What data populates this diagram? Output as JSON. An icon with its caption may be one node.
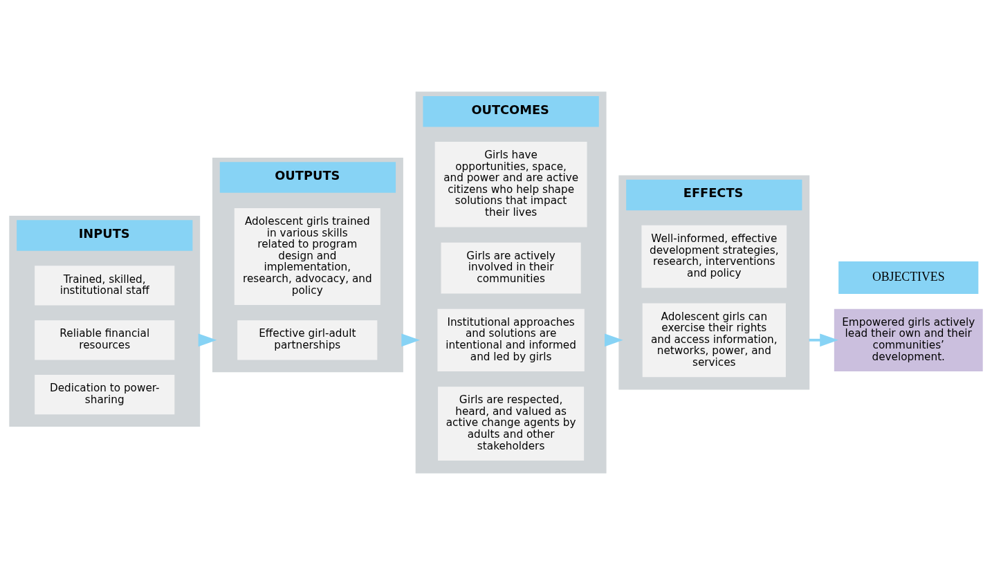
{
  "diagram": {
    "nodes": [
      {
        "text": [
          "INPUTS"
        ]
      },
      {
        "text": [
          "Trained, skilled, institutional staff"
        ],
        "in": 0
      },
      {
        "text": [
          "Reliable financial resources"
        ],
        "in": 0
      },
      {
        "text": [
          "Dedication to power-sharing"
        ],
        "in": 0
      },
      {
        "text": [
          "OUTPUTS"
        ]
      },
      {
        "text": [
          "Adolescent girls trained in various skills related to program design and implementation, research, advocacy, and policy"
        ],
        "in": 4
      },
      {
        "text": [
          "Effective girl-adult partnerships"
        ],
        "in": 4
      },
      {
        "text": [
          "OUTCOMES"
        ]
      },
      {
        "text": [
          "Girls have opportunities, space, and power and are active citizens who help shape solutions that impact their lives"
        ],
        "in": 7
      },
      {
        "text": [
          "Girls are actively involved in their communities"
        ],
        "in": 7
      },
      {
        "text": [
          "Institutional approaches and solutions are intentional and informed and led by girls"
        ],
        "in": 7
      },
      {
        "text": [
          "Girls are respected, heard, and valued as active change agents by adults and other stakeholders"
        ],
        "in": 7
      },
      {
        "text": [
          "EFFECTS"
        ]
      },
      {
        "text": [
          "Well-informed, effective development strategies, research, interventions and policy"
        ],
        "in": 12
      },
      {
        "text": [
          "Adolescent girls can exercise their rights and access information, networks, power, and services"
        ],
        "in": 12
      },
      {
        "text": [
          "OBJECTIVES"
        ]
      },
      {
        "text": [
          "Empowered girls actively lead their own and their communities’ development."
        ]
      }
    ],
    "edges": [
      {
        "from": 0,
        "to": 4,
        "arrow": "to"
      },
      {
        "from": 4,
        "to": 7,
        "arrow": "to"
      },
      {
        "from": 7,
        "to": 12,
        "arrow": "to"
      },
      {
        "from": 12,
        "to": 16,
        "arrow": "to"
      }
    ]
  }
}
